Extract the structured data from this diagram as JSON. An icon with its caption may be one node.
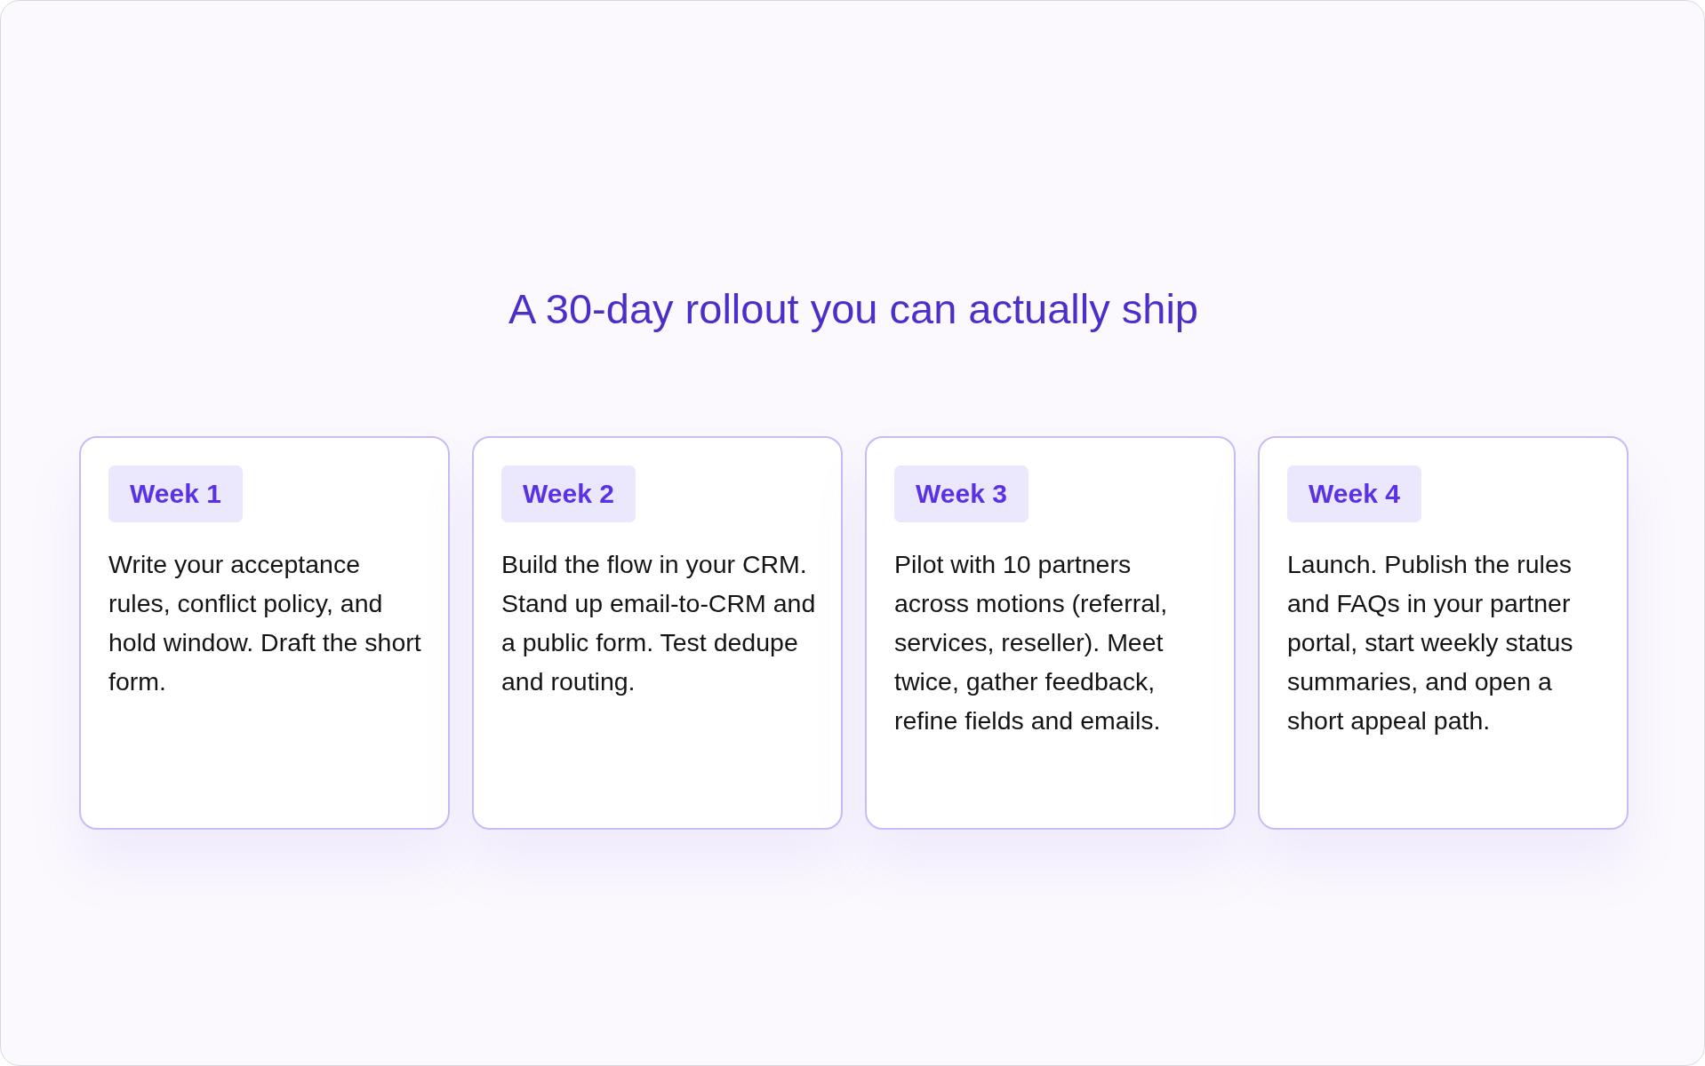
{
  "diagram": {
    "title": "A 30-day rollout you can actually ship",
    "nodes": [
      {
        "text": [
          "Write your acceptance rules, conflict policy, and hold window. Draft the short form."
        ]
      },
      {
        "text": [
          "Week 1"
        ],
        "in": 0
      },
      {
        "text": [
          "Build the flow in your CRM. Stand up email-to-CRM and a public form. Test dedupe and routing."
        ]
      },
      {
        "text": [
          "Week 2"
        ],
        "in": 2
      },
      {
        "text": [
          "Pilot with 10 partners across motions (referral, services, reseller). Meet twice, gather feedback, refine fields and emails."
        ]
      },
      {
        "text": [
          "Week 3"
        ],
        "in": 4
      },
      {
        "text": [
          "Launch. Publish the rules and FAQs in your partner portal, start weekly status summaries, and open a short appeal path."
        ]
      },
      {
        "text": [
          "Week 4"
        ],
        "in": 6
      }
    ]
  }
}
